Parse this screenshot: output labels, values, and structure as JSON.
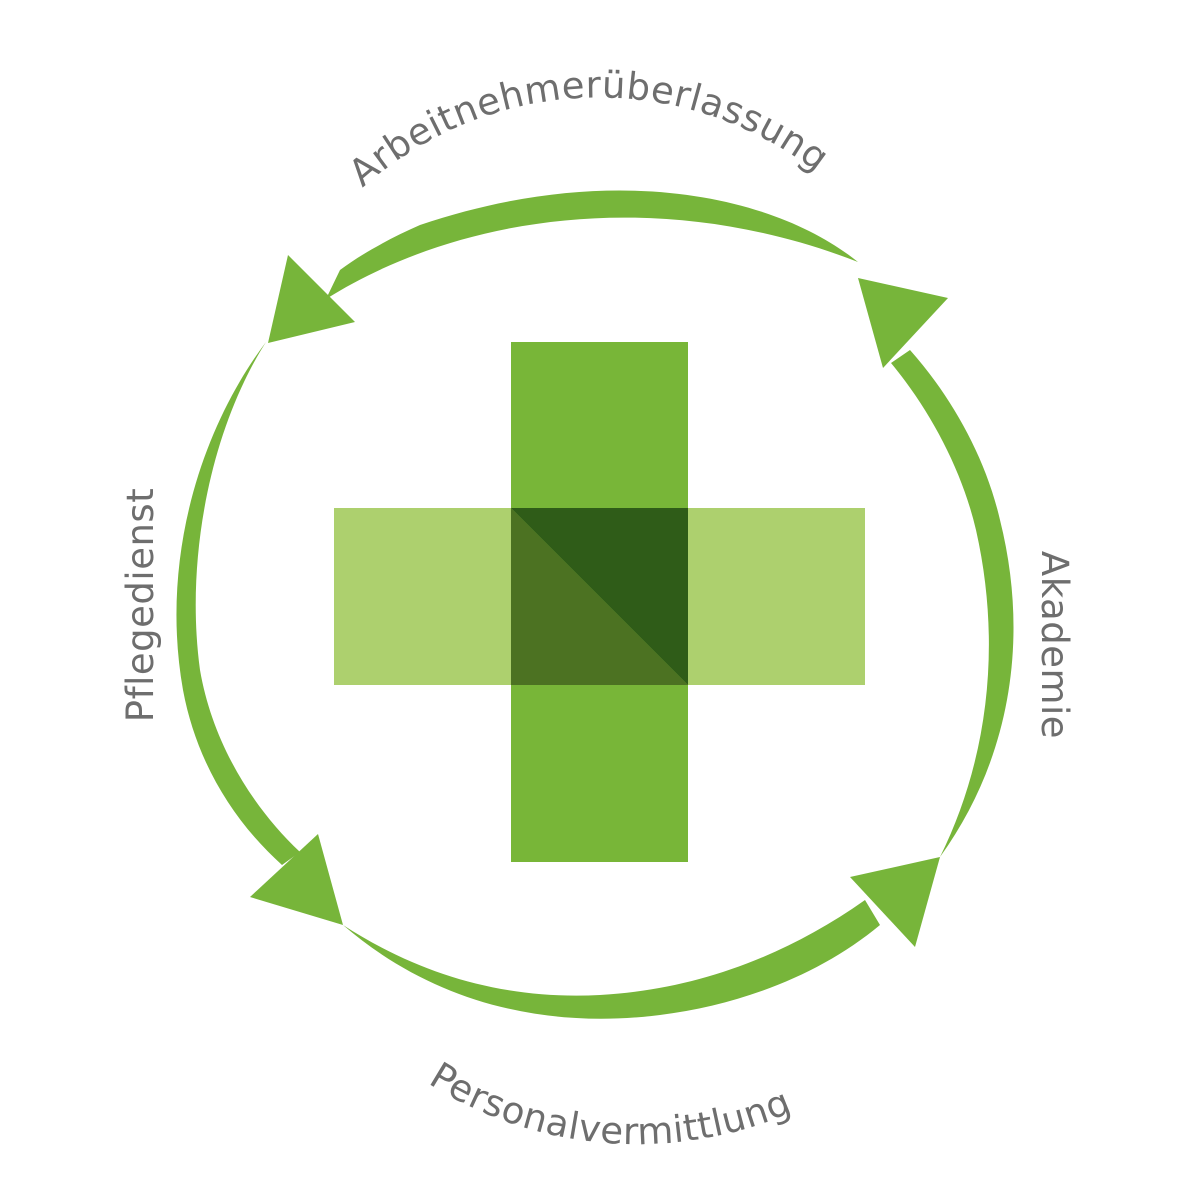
{
  "labels": {
    "top": "Arbeitnehmerüberlassung",
    "right": "Akademie",
    "bottom": "Personalvermittlung",
    "left": "Pflegedienst"
  },
  "colors": {
    "arrow_green": "#77b53a",
    "cross_vertical": "#78b638",
    "cross_horizontal": "#add06e",
    "overlap_dark": "#2f5c18",
    "overlap_mid": "#4c7222",
    "label_gray": "#6e6e6e",
    "background": "#ffffff"
  }
}
